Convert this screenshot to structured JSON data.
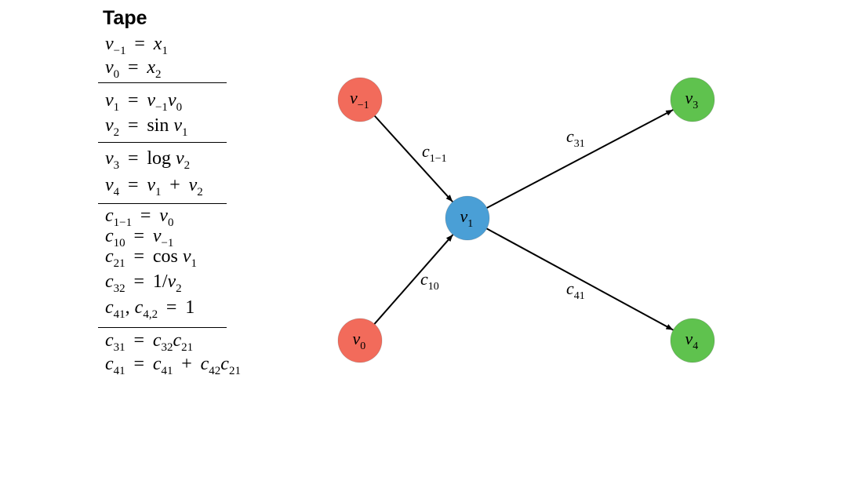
{
  "tape": {
    "title": "Tape",
    "groups": [
      [
        "v_{−1} = x_1",
        "v_0 = x_2"
      ],
      [
        "v_1 = v_{−1}v_0",
        "v_2 = sin v_1"
      ],
      [
        "v_3 = log v_2",
        "v_4 = v_1 + v_2"
      ],
      [
        "c_{1−1} = v_0",
        "c_{10} = v_{−1}",
        "c_{21} = cos v_1",
        "c_{32} = 1/v_2",
        "c_{41}, c_{4,2} = 1"
      ],
      [
        "c_{31} = c_{32}c_{21}",
        "c_{41} = c_{41} + c_{42}c_{21}"
      ]
    ]
  },
  "graph": {
    "nodes": [
      {
        "id": "vm1",
        "label": "v",
        "sub": "−1",
        "color": "#f26b5b"
      },
      {
        "id": "v0",
        "label": "v",
        "sub": "0",
        "color": "#f26b5b"
      },
      {
        "id": "v1",
        "label": "v",
        "sub": "1",
        "color": "#4a9fd6"
      },
      {
        "id": "v3",
        "label": "v",
        "sub": "3",
        "color": "#5fc24e"
      },
      {
        "id": "v4",
        "label": "v",
        "sub": "4",
        "color": "#5fc24e"
      }
    ],
    "edges": [
      {
        "from": "vm1",
        "to": "v1",
        "label": "c",
        "sub": "1−1"
      },
      {
        "from": "v0",
        "to": "v1",
        "label": "c",
        "sub": "10"
      },
      {
        "from": "v1",
        "to": "v3",
        "label": "c",
        "sub": "31"
      },
      {
        "from": "v1",
        "to": "v4",
        "label": "c",
        "sub": "41"
      }
    ]
  }
}
